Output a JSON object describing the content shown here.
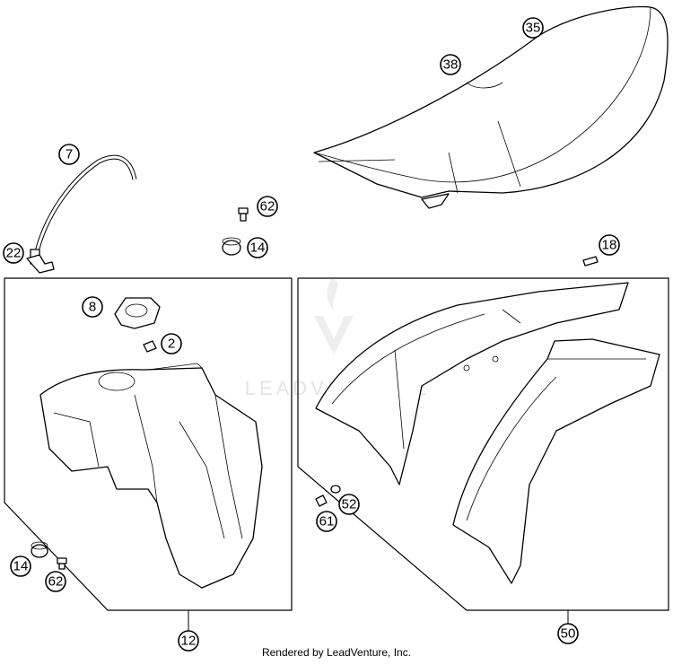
{
  "callouts": {
    "c35": "35",
    "c38": "38",
    "c7": "7",
    "c62a": "62",
    "c14a": "14",
    "c22": "22",
    "c18": "18",
    "c8": "8",
    "c2": "2",
    "c14b": "14",
    "c62b": "62",
    "c12": "12",
    "c52": "52",
    "c61": "61",
    "c50": "50"
  },
  "watermark": {
    "text": "LEADVENTURE",
    "icon": "leadventure-logo-icon"
  },
  "footer": {
    "text": "Rendered by LeadVenture, Inc."
  }
}
